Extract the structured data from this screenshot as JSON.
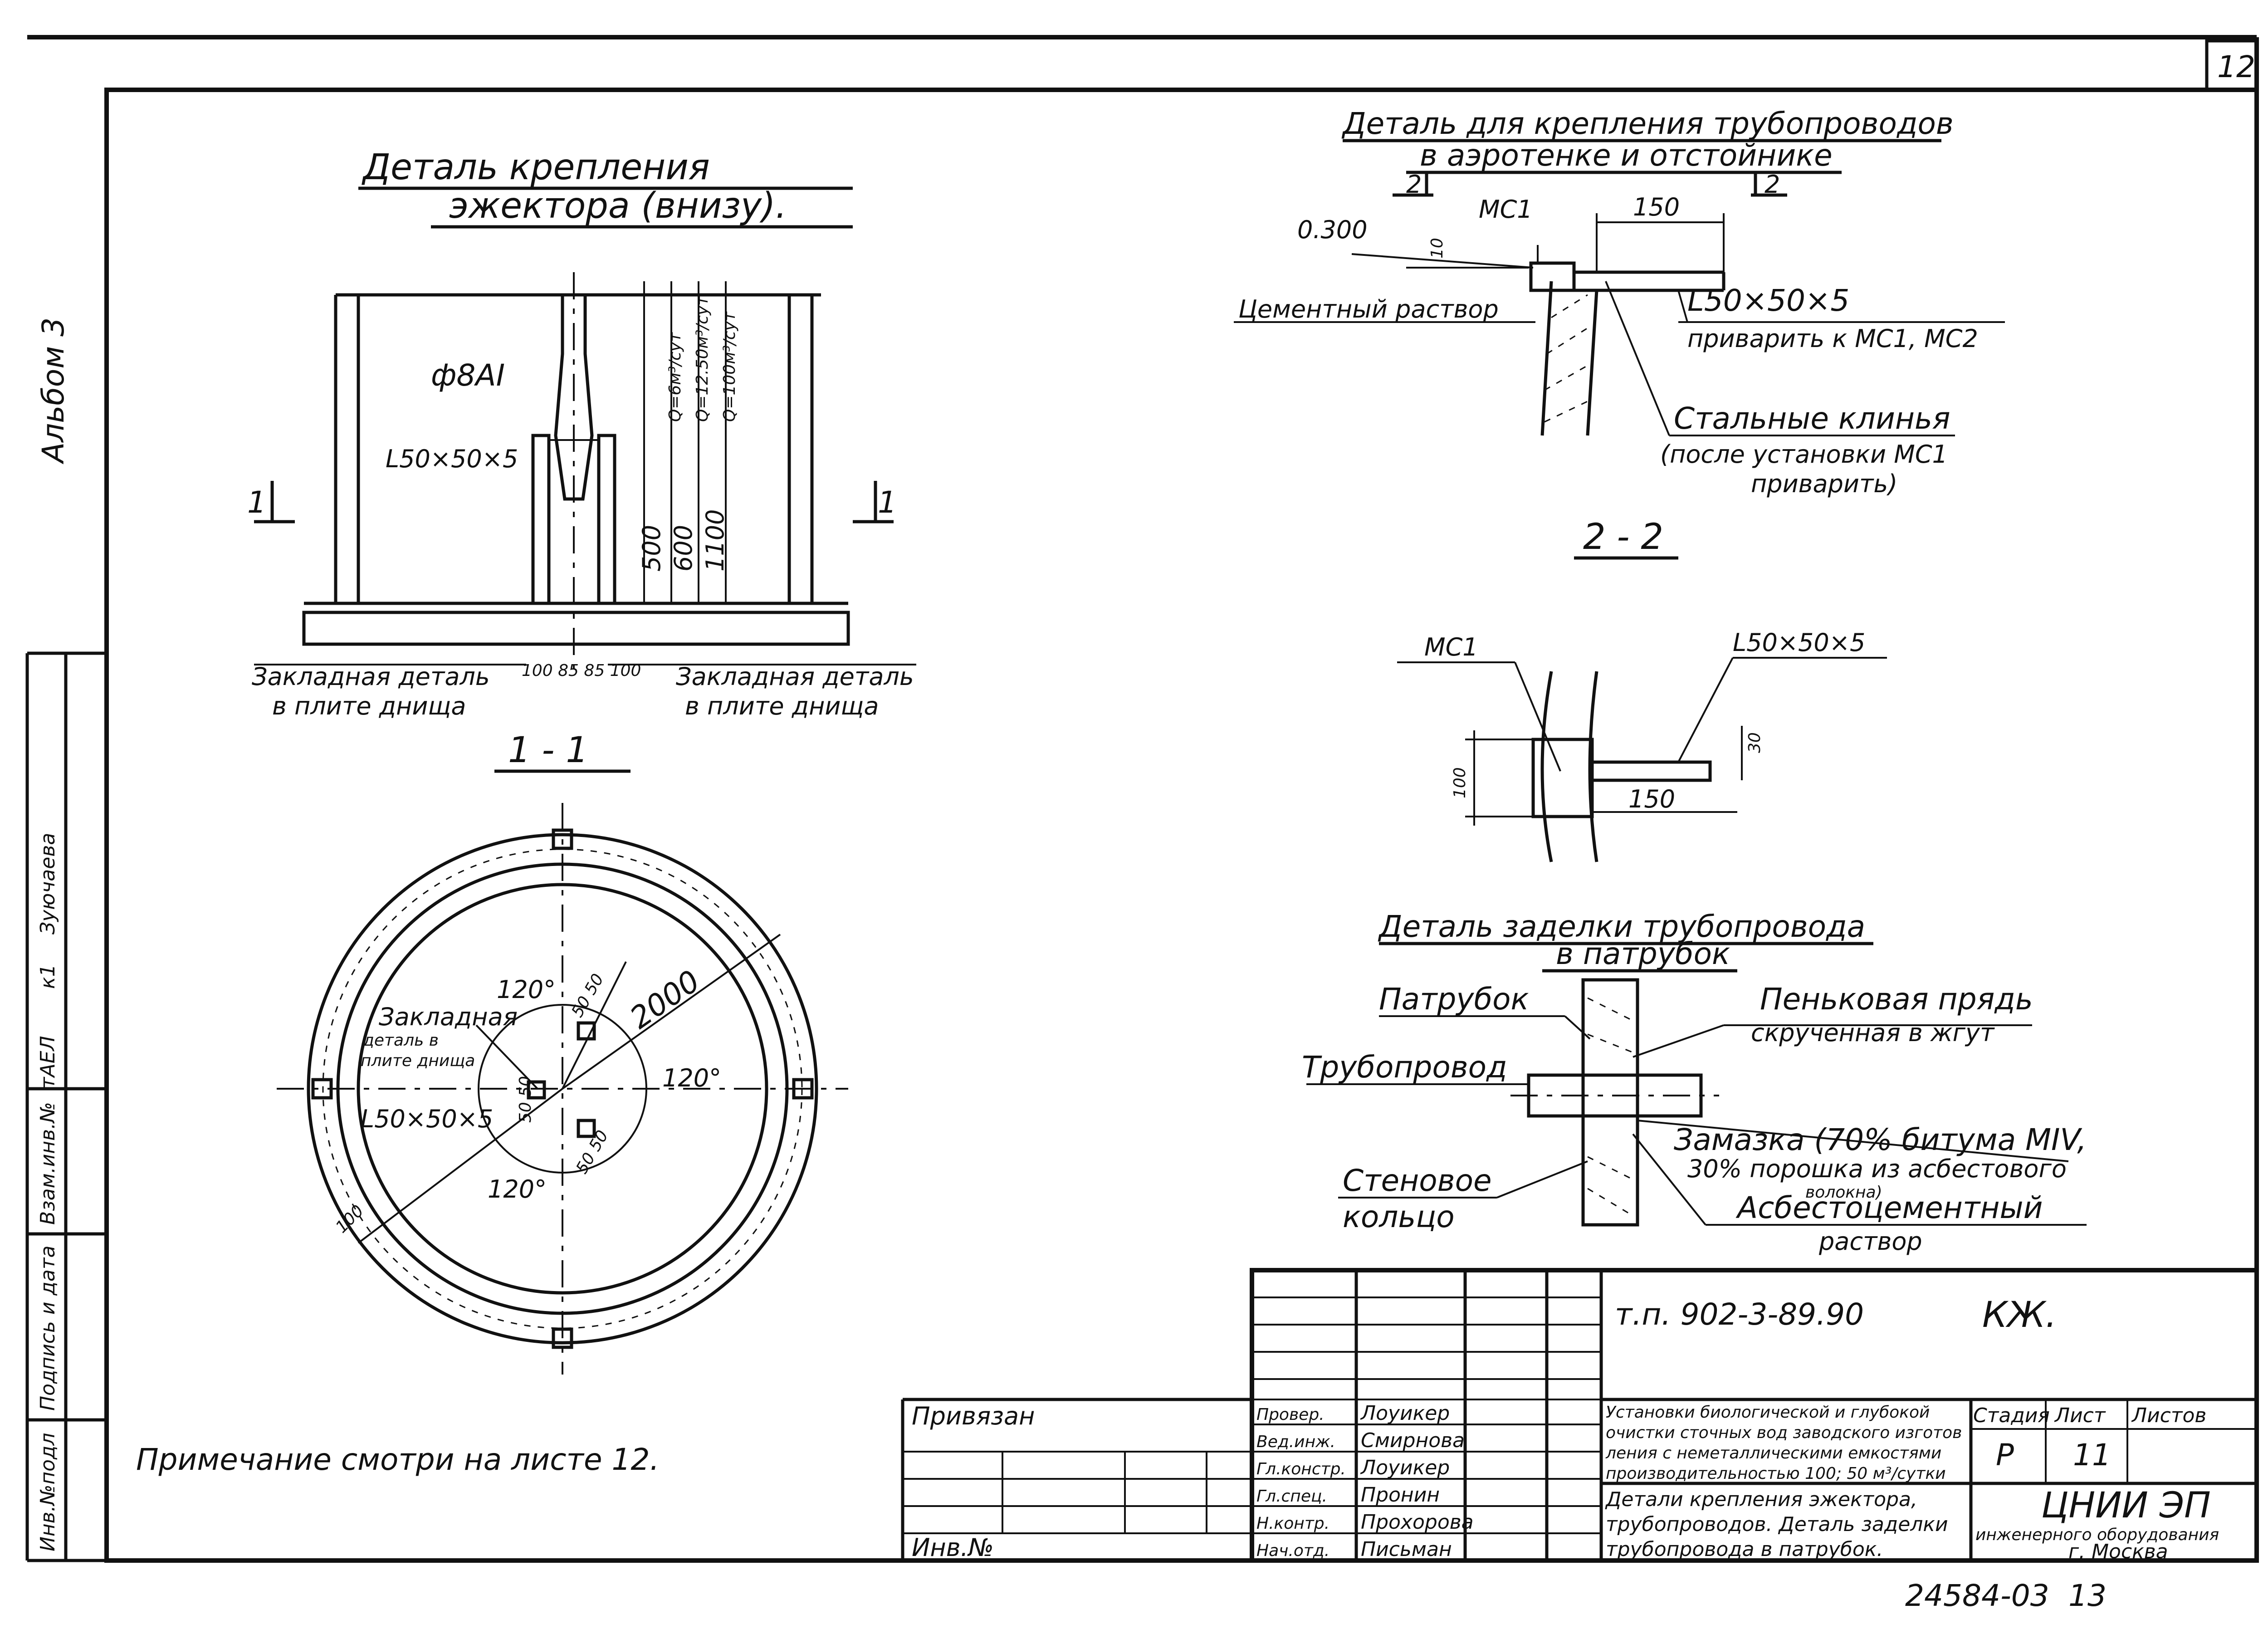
{
  "sheet": {
    "page_number": "12",
    "album": "Альбом 3",
    "bottom_code": "24584-03",
    "bottom_page": "13",
    "note": "Примечание смотри на листе 12."
  },
  "margin_stamps": {
    "inv_podl": "Инв.№подл",
    "podpis_data": "Подпись и дата",
    "vzam_inv": "Взам.инв.№",
    "tael": "тАЕЛ",
    "k1": "к1",
    "zyuchaeva": "Зуючаева"
  },
  "ejector_detail": {
    "title_line1": "Деталь крепления",
    "title_line2": "эжектора (внизу).",
    "section_label": "1 - 1",
    "cut_marker_left": "1",
    "cut_marker_right": "1",
    "rebar_label": "ф8АI",
    "angle_label": "L50×50×5",
    "q_labels": [
      "Q=6м³/сут",
      "Q=12.50м³/сут",
      "Q=100м³/сут"
    ],
    "heights": [
      "500",
      "600",
      "1100"
    ],
    "bottom_dims": "100 85 85 100",
    "embed_left_1": "Закладная деталь",
    "embed_left_2": "в плите днища",
    "embed_right_1": "Закладная деталь",
    "embed_right_2": "в плите днища"
  },
  "plan_view": {
    "embed_1": "Закладная",
    "embed_2": "деталь в",
    "embed_3": "плите днища",
    "angle_label": "L50×50×5",
    "angle_120_a": "120°",
    "angle_120_b": "120°",
    "angle_120_c": "120°",
    "radius": "2000",
    "dim_50_50_a": "50 50",
    "dim_50_50_b": "50 50",
    "dim_50_50_c": "50 50",
    "dim_100": "100"
  },
  "pipe_fix_detail": {
    "title_line1": "Деталь для крепления трубопроводов",
    "title_line2": "в аэротенке и отстойнике",
    "marker_left": "2",
    "marker_right": "2",
    "level": "0.300",
    "mc1": "МС1",
    "dim_150": "150",
    "dim_10": "10",
    "cement": "Цементный раствор",
    "angle": "L50×50×5",
    "weld": "приварить к МС1, МС2",
    "wedges_1": "Стальные клинья",
    "wedges_2": "(после установки МС1",
    "wedges_3": "приварить)",
    "section_label": "2 - 2"
  },
  "section_22": {
    "mc1": "МС1",
    "angle": "L50×50×5",
    "dim_30": "30",
    "dim_100": "100",
    "dim_150": "150"
  },
  "pipe_seal_detail": {
    "title_line1": "Деталь заделки трубопровода",
    "title_line2": "в патрубок",
    "patrubok": "Патрубок",
    "pipeline": "Трубопровод",
    "wall_ring_1": "Стеновое",
    "wall_ring_2": "кольцо",
    "hemp_1": "Пеньковая прядь",
    "hemp_2": "скрученная в жгут",
    "putty_1": "Замазка (70% битума МIV,",
    "putty_2": "30% порошка из асбестового",
    "putty_3": "волокна)",
    "asbestos_1": "Асбестоцементный",
    "asbestos_2": "раствор"
  },
  "title_block": {
    "doc_code": "т.п. 902-3-89.90",
    "mark": "КЖ.",
    "privyazan": "Привязан",
    "inv_no": "Инв.№",
    "roles": [
      "Провер.",
      "Вед.инж.",
      "Гл.констр.",
      "Гл.спец.",
      "Н.контр.",
      "Нач.отд."
    ],
    "names": [
      "Лоуикер",
      "Смирнова",
      "Лоуикер",
      "Пронин",
      "Прохорова",
      "Письман"
    ],
    "project_1": "Установки биологической и глубокой",
    "project_2": "очистки сточных вод заводского изготов",
    "project_3": "ления с неметаллическими емкостями",
    "project_4": "производительностью 100; 50 м³/сутки",
    "sheet_title_1": "Детали крепления эжектора,",
    "sheet_title_2": "трубопроводов. Деталь заделки",
    "sheet_title_3": "трубопровода в патрубок.",
    "stage_hdr": "Стадия",
    "sheet_hdr": "Лист",
    "sheets_hdr": "Листов",
    "stage": "Р",
    "sheet_no": "11",
    "org_1": "ЦНИИ ЭП",
    "org_2": "инженерного оборудования",
    "org_3": "г. Москва"
  }
}
